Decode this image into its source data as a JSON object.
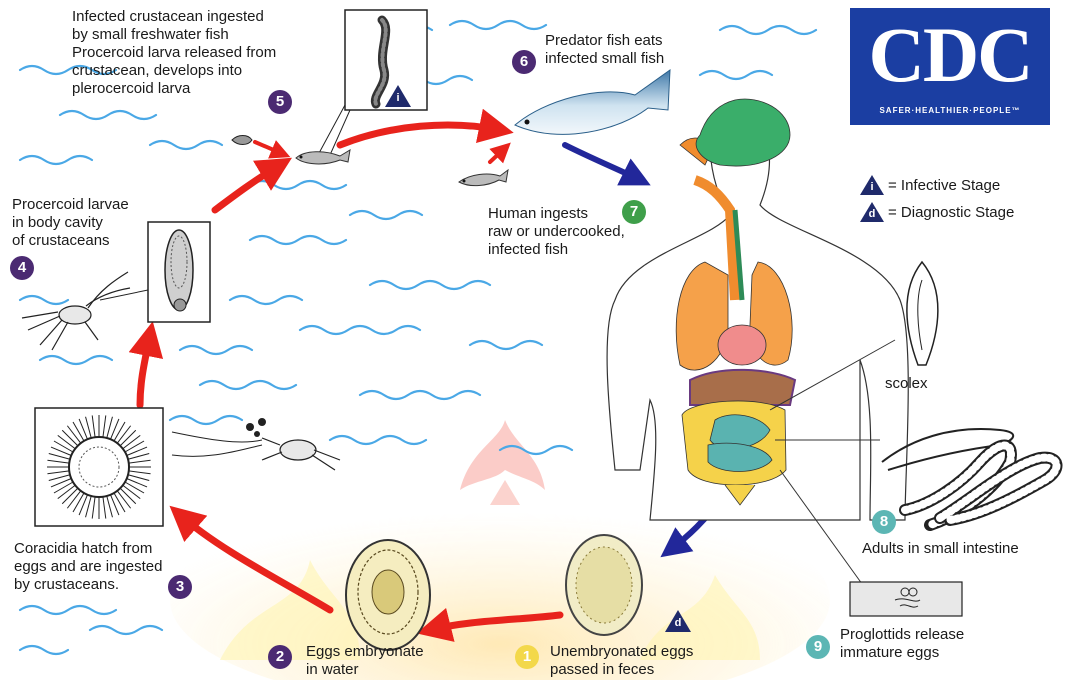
{
  "logo": {
    "letters": "CDC",
    "tagline": "SAFER·HEALTHIER·PEOPLE™"
  },
  "legend": {
    "infective": {
      "symbol": "i",
      "text": "= Infective Stage"
    },
    "diagnostic": {
      "symbol": "d",
      "text": "= Diagnostic Stage"
    }
  },
  "stages": {
    "s1": {
      "num": "1",
      "line1": "Unembryonated eggs",
      "line2": "passed in feces"
    },
    "s2": {
      "num": "2",
      "line1": "Eggs embryonate",
      "line2": "in water"
    },
    "s3": {
      "num": "3",
      "line1": "Coracidia hatch from",
      "line2": "eggs and are ingested",
      "line3": "by crustaceans."
    },
    "s4": {
      "num": "4",
      "line1": "Procercoid larvae",
      "line2": "in body cavity",
      "line3": "of crustaceans"
    },
    "s5": {
      "num": "5",
      "line1": "Infected crustacean ingested",
      "line2": "by small freshwater fish",
      "line3": "Procercoid larva released from",
      "line4": "crustacean, develops into",
      "line5": "plerocercoid larva"
    },
    "s6": {
      "num": "6",
      "line1": "Predator fish eats",
      "line2": "infected small fish"
    },
    "s7": {
      "num": "7",
      "line1": "Human ingests",
      "line2": "raw or undercooked,",
      "line3": "infected fish"
    },
    "s8": {
      "num": "8",
      "line1": "Adults in small intestine"
    },
    "s9": {
      "num": "9",
      "line1": "Proglottids release",
      "line2": "immature eggs"
    }
  },
  "scolex_label": "scolex",
  "markers": {
    "infective_letter": "i",
    "diagnostic_letter": "d"
  },
  "colors": {
    "red_arrow": "#e8231c",
    "blue_arrow": "#22279a",
    "brand_blue": "#1b3ea2",
    "water": "#4aa8e6",
    "purple_badge": "#4b2a72",
    "green_badge": "#3f9f4a",
    "teal_badge": "#5cb6b4",
    "yellow_badge": "#f3d84a"
  }
}
